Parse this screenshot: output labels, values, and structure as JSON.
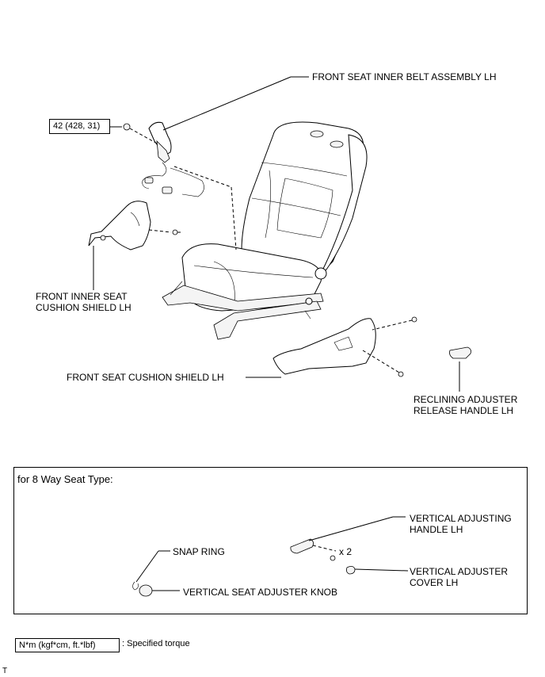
{
  "labels": {
    "belt_assembly": "FRONT SEAT INNER BELT ASSEMBLY LH",
    "inner_shield_line1": "FRONT INNER SEAT",
    "inner_shield_line2": "CUSHION SHIELD LH",
    "cushion_shield": "FRONT SEAT CUSHION SHIELD LH",
    "reclining_line1": "RECLINING ADJUSTER",
    "reclining_line2": "RELEASE HANDLE LH"
  },
  "torque_value": "42 (428, 31)",
  "subpanel": {
    "title": "for 8 Way Seat Type:",
    "vertical_handle_line1": "VERTICAL ADJUSTING",
    "vertical_handle_line2": "HANDLE LH",
    "quantity": "x 2",
    "snap_ring": "SNAP RING",
    "cover_line1": "VERTICAL ADJUSTER",
    "cover_line2": "COVER LH",
    "knob": "VERTICAL SEAT ADJUSTER KNOB"
  },
  "legend": {
    "unit_box": "N*m (kgf*cm, ft.*lbf)",
    "description": ": Specified torque"
  },
  "corner_mark": "T",
  "icons": [
    "bolt-icon",
    "screw-icon",
    "seat-illustration",
    "seatbelt-buckle-illustration"
  ]
}
